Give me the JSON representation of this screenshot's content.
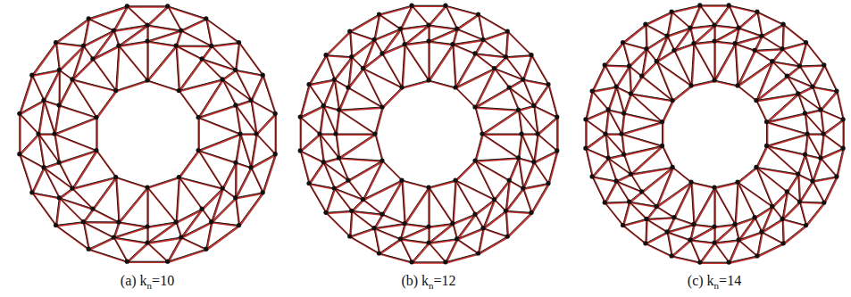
{
  "diagram": {
    "labels": [
      "(a) k",
      "n",
      "=10",
      "(b) k",
      "n",
      "=12",
      "(c) k",
      "n",
      "=14"
    ]
  }
}
